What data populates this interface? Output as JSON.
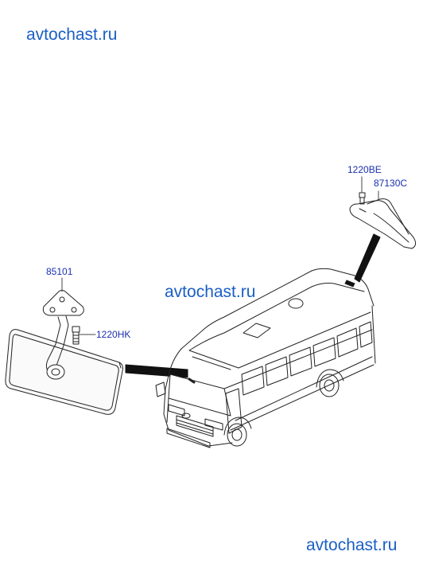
{
  "watermarks": {
    "top": "avtochast.ru",
    "middle": "avtochast.ru",
    "bottom": "avtochast.ru"
  },
  "parts": {
    "mirror": "85101",
    "mirror_bolt": "1220HK",
    "bracket_bolt": "1220BE",
    "interior_trim": "87130C"
  },
  "colors": {
    "watermark": "#1a5fc4",
    "label": "#1a2fae",
    "line": "#222222"
  }
}
